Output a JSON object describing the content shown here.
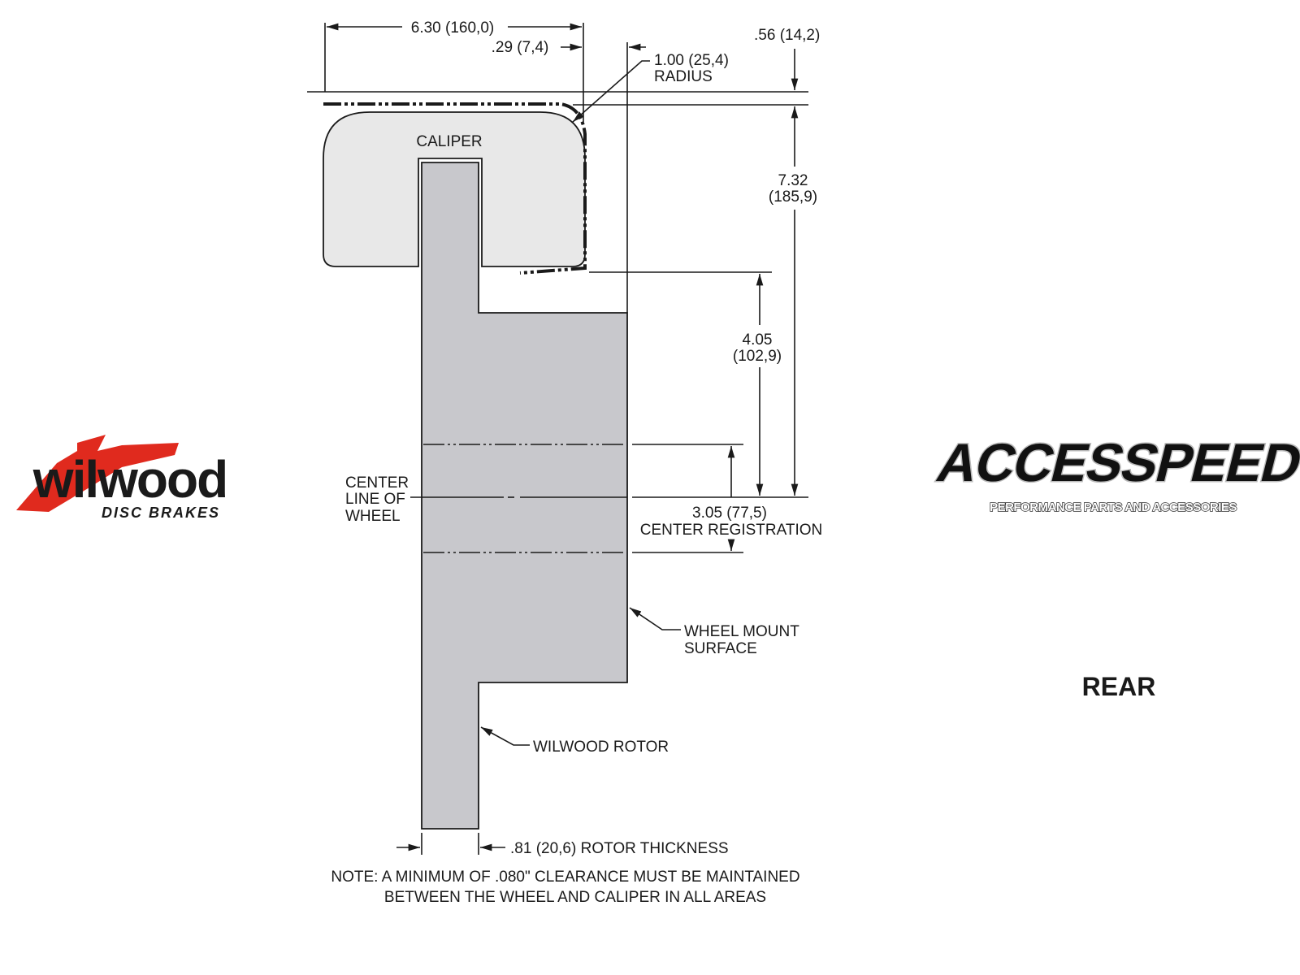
{
  "dimensions": {
    "overall_width": "6.30 (160,0)",
    "offset": ".29 (7,4)",
    "radius_value": "1.00 (25,4)",
    "radius_label": "RADIUS",
    "top_clearance": ".56 (14,2)",
    "height_total_1": "7.32",
    "height_total_2": "(185,9)",
    "height_upper_1": "4.05",
    "height_upper_2": "(102,9)",
    "center_reg_value": "3.05 (77,5)",
    "center_reg_label": "CENTER REGISTRATION",
    "rotor_thickness": ".81 (20,6) ROTOR THICKNESS"
  },
  "labels": {
    "caliper": "CALIPER",
    "centerline_1": "CENTER",
    "centerline_2": "LINE OF",
    "centerline_3": "WHEEL",
    "wheel_mount_1": "WHEEL MOUNT",
    "wheel_mount_2": "SURFACE",
    "rotor": "WILWOOD ROTOR",
    "position": "REAR"
  },
  "note": {
    "line1": "NOTE: A MINIMUM OF .080\" CLEARANCE MUST BE MAINTAINED",
    "line2": "BETWEEN THE WHEEL AND CALIPER IN ALL AREAS"
  },
  "logos": {
    "wilwood_name": "wilwood",
    "wilwood_tagline": "DISC BRAKES",
    "accesspeed_name": "ACCESSPEED",
    "accesspeed_tagline": "PERFORMANCE PARTS AND ACCESSORIES"
  },
  "colors": {
    "rotor_fill": "#c8c8cc",
    "caliper_fill": "#e8e8e8",
    "wilwood_red": "#e02a1e"
  }
}
